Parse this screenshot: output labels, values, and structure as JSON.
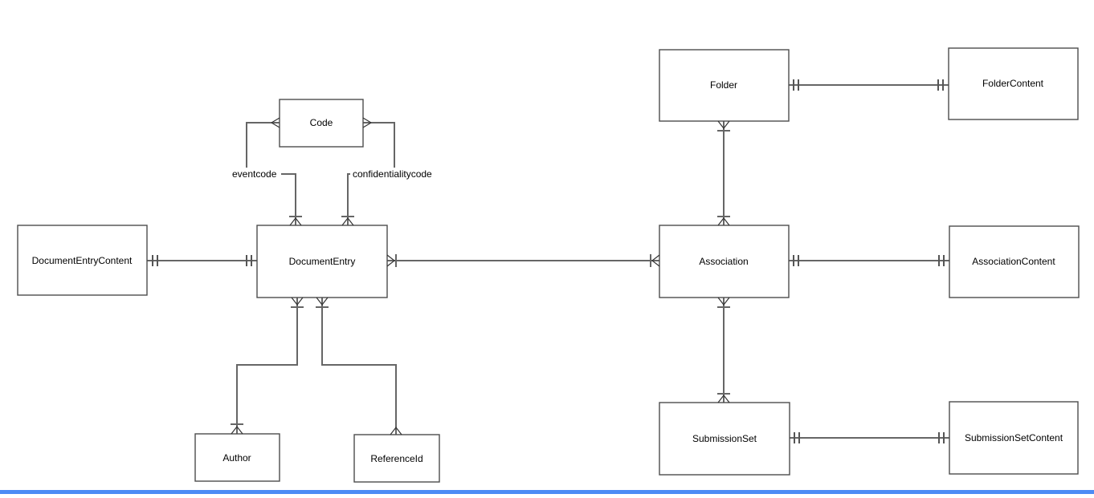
{
  "diagram": {
    "type": "entity-relationship",
    "cardinality_notation": "crows-foot",
    "entities": {
      "code": {
        "label": "Code"
      },
      "document_entry_content": {
        "label": "DocumentEntryContent"
      },
      "document_entry": {
        "label": "DocumentEntry"
      },
      "author": {
        "label": "Author"
      },
      "reference_id": {
        "label": "ReferenceId"
      },
      "folder": {
        "label": "Folder"
      },
      "folder_content": {
        "label": "FolderContent"
      },
      "association": {
        "label": "Association"
      },
      "association_content": {
        "label": "AssociationContent"
      },
      "submission_set": {
        "label": "SubmissionSet"
      },
      "submission_set_content": {
        "label": "SubmissionSetContent"
      }
    },
    "edge_labels": {
      "eventcode": "eventcode",
      "confidentialitycode": "confidentialitycode"
    },
    "relationships": [
      {
        "from": "DocumentEntryContent",
        "to": "DocumentEntry",
        "from_end": "exactly-one",
        "to_end": "exactly-one"
      },
      {
        "from": "Code",
        "to": "DocumentEntry",
        "label": "eventcode",
        "from_end": "many",
        "to_end": "one-or-many"
      },
      {
        "from": "Code",
        "to": "DocumentEntry",
        "label": "confidentialitycode",
        "from_end": "many",
        "to_end": "one-or-many"
      },
      {
        "from": "DocumentEntry",
        "to": "Association",
        "from_end": "one-or-many",
        "to_end": "one-or-many"
      },
      {
        "from": "DocumentEntry",
        "to": "Author",
        "from_end": "one-or-many",
        "to_end": "one-or-many"
      },
      {
        "from": "DocumentEntry",
        "to": "ReferenceId",
        "from_end": "one-or-many",
        "to_end": "many"
      },
      {
        "from": "Folder",
        "to": "FolderContent",
        "from_end": "exactly-one",
        "to_end": "exactly-one"
      },
      {
        "from": "Folder",
        "to": "Association",
        "from_end": "one-or-many",
        "to_end": "one-or-many"
      },
      {
        "from": "Association",
        "to": "AssociationContent",
        "from_end": "exactly-one",
        "to_end": "exactly-one"
      },
      {
        "from": "Association",
        "to": "SubmissionSet",
        "from_end": "one-or-many",
        "to_end": "one-or-many"
      },
      {
        "from": "SubmissionSet",
        "to": "SubmissionSetContent",
        "from_end": "exactly-one",
        "to_end": "exactly-one"
      }
    ],
    "colors": {
      "background": "#ffffff",
      "box_fill": "#ffffff",
      "box_border": "#4d4d4d",
      "connector": "#666666",
      "marker": "#333333",
      "text": "#000000",
      "bottom_bar": "#4c8bf5"
    }
  }
}
